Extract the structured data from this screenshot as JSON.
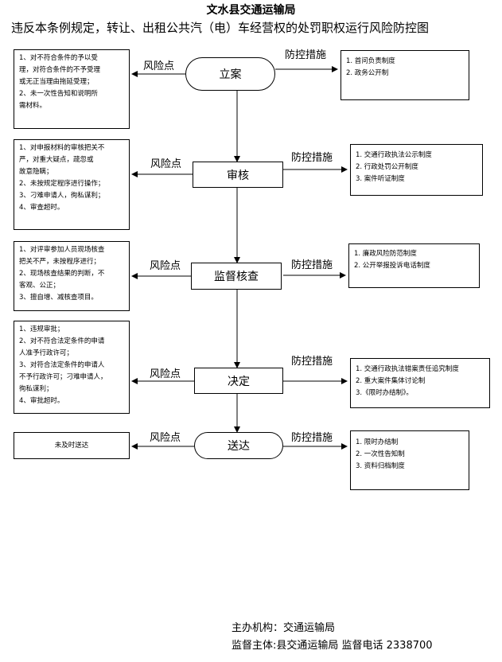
{
  "title": "文水县交通运输局",
  "subtitle": "违反本条例规定，转让、出租公共汽（电）车经营权的处罚职权运行风险防控图",
  "steps": [
    {
      "name": "立案",
      "risk_label": "风险点",
      "control_label": "防控措施",
      "risks": [
        "1、对不符合条件的予以受",
        "理，对符合条件的不予受理",
        "或无正当理由拖延受理；",
        "2、未一次性告知和说明所",
        "需材料。"
      ],
      "controls": [
        "1. 首问负责制度",
        "2. 政务公开制"
      ]
    },
    {
      "name": "审核",
      "risk_label": "风险点",
      "control_label": "防控措施",
      "risks": [
        "1、对申报材料的审核把关不",
        "严，对重大疑点，疏忽或",
        "故意隐瞒；",
        "2、未按规定程序进行操作；",
        "3、刁难申请人，徇私谋利；",
        "4、审查超时。"
      ],
      "controls": [
        "1. 交通行政执法公示制度",
        "2. 行政处罚公开制度",
        "3. 案件听证制度"
      ]
    },
    {
      "name": "监督核查",
      "risk_label": "风险点",
      "control_label": "防控措施",
      "risks": [
        "1、对评审参加人员现场核查",
        "把关不严，未按程序进行；",
        "2、现场核查结果的判断，不",
        "客观、公正；",
        "3、擅自增、减核查项目。"
      ],
      "controls": [
        "1. 廉政风险防范制度",
        "2. 公开举报投诉电话制度"
      ]
    },
    {
      "name": "决定",
      "risk_label": "风险点",
      "control_label": "防控措施",
      "risks": [
        "1、违规审批；",
        "2、对不符合法定条件的申请",
        "人准予行政许可；",
        "3、对符合法定条件的申请人",
        "不予行政许可；刁难申请人，",
        "徇私谋利；",
        "4、审批超时。"
      ],
      "controls": [
        "1. 交通行政执法错案责任追究制度",
        "2. 重大案件集体讨论制",
        "3.《限时办结制》。"
      ]
    },
    {
      "name": "送达",
      "risk_label": "风险点",
      "control_label": "防控措施",
      "risks": [
        "未及时送达"
      ],
      "controls": [
        "1. 限时办结制",
        "2. 一次性告知制",
        "3. 资料归档制度"
      ]
    }
  ],
  "footer": {
    "line1": "主办机构：交通运输局",
    "line2": "监督主体:县交通运输局   监督电话  2338700"
  }
}
